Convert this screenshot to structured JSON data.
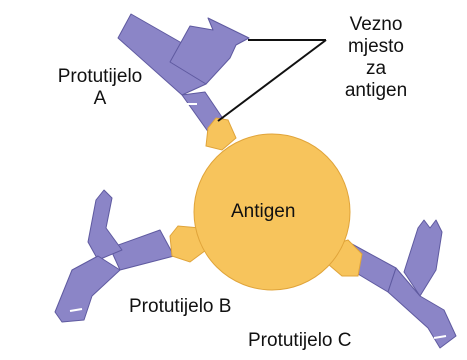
{
  "labels": {
    "binding_site": [
      "Vezno",
      "mjesto",
      "za",
      "antigen"
    ],
    "antibody_a": [
      "Protutijelo",
      "A"
    ],
    "antibody_b": "Protutijelo B",
    "antibody_c": "Protutijelo C",
    "antigen": "Antigen"
  },
  "colors": {
    "antibody": "#8b85c7",
    "antibody_stroke": "#5f5aa0",
    "antigen": "#f7c45c",
    "antigen_stroke": "#e0a43a",
    "line": "#111111"
  }
}
